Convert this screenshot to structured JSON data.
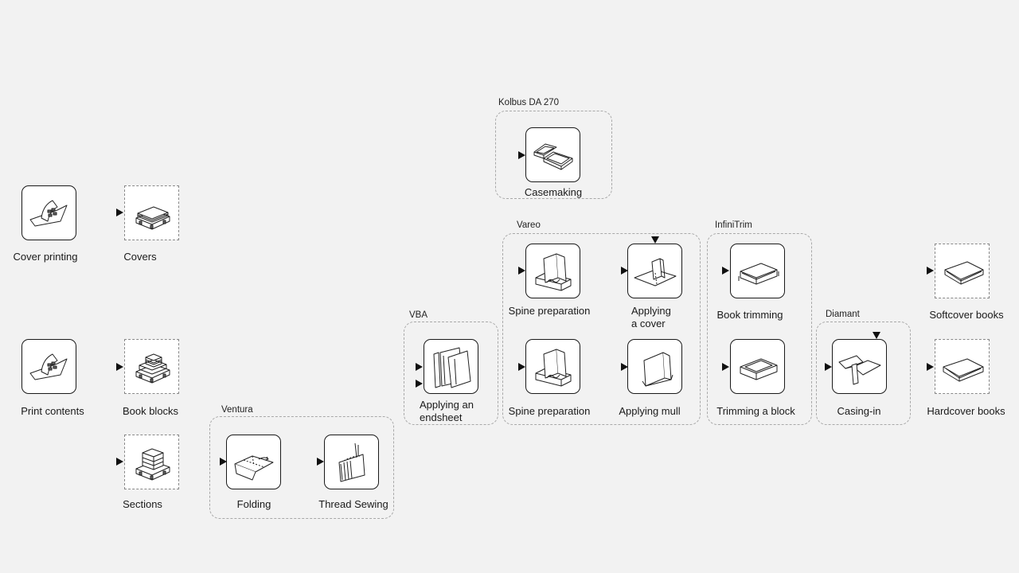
{
  "groups": {
    "kolbus": "Kolbus DA 270",
    "vareo": "Vareo",
    "infinitrim": "InfiniTrim",
    "vba": "VBA",
    "diamant": "Diamant",
    "ventura": "Ventura"
  },
  "steps": {
    "cover_printing": "Cover printing",
    "covers": "Covers",
    "print_contents": "Print contents",
    "book_blocks": "Book blocks",
    "sections": "Sections",
    "folding": "Folding",
    "thread_sewing": "Thread Sewing",
    "applying_endsheet_1": "Applying an",
    "applying_endsheet_2": "endsheet",
    "casemaking": "Casemaking",
    "spine_preparation_top": "Spine preparation",
    "applying_cover_1": "Applying",
    "applying_cover_2": "a cover",
    "spine_preparation_bottom": "Spine preparation",
    "applying_mull": "Applying mull",
    "book_trimming": "Book trimming",
    "trimming_block": "Trimming a block",
    "casing_in": "Casing-in",
    "softcover_books": "Softcover books",
    "hardcover_books": "Hardcover books"
  }
}
